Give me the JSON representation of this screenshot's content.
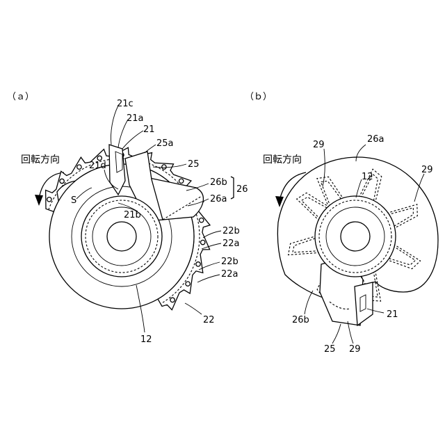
{
  "figure_a": {
    "panel_label": "（ａ）",
    "rotation_label": "回転方向",
    "labels": {
      "l21c": "21c",
      "l21a": "21a",
      "l21": "21",
      "l25a": "25a",
      "l21d": "21d",
      "l25": "25",
      "l26b": "26b",
      "l26": "26",
      "l26a": "26a",
      "lS": "S",
      "l21b": "21b",
      "l22b_1": "22b",
      "l22a_1": "22a",
      "l22b_2": "22b",
      "l22a_2": "22a",
      "l12": "12",
      "l22": "22"
    }
  },
  "figure_b": {
    "panel_label": "（ｂ）",
    "rotation_label": "回転方向",
    "labels": {
      "l26a": "26a",
      "l29_top": "29",
      "l29_right": "29",
      "l12": "12",
      "l26b": "26b",
      "l21": "21",
      "l25": "25",
      "l29_bottom": "29"
    }
  }
}
